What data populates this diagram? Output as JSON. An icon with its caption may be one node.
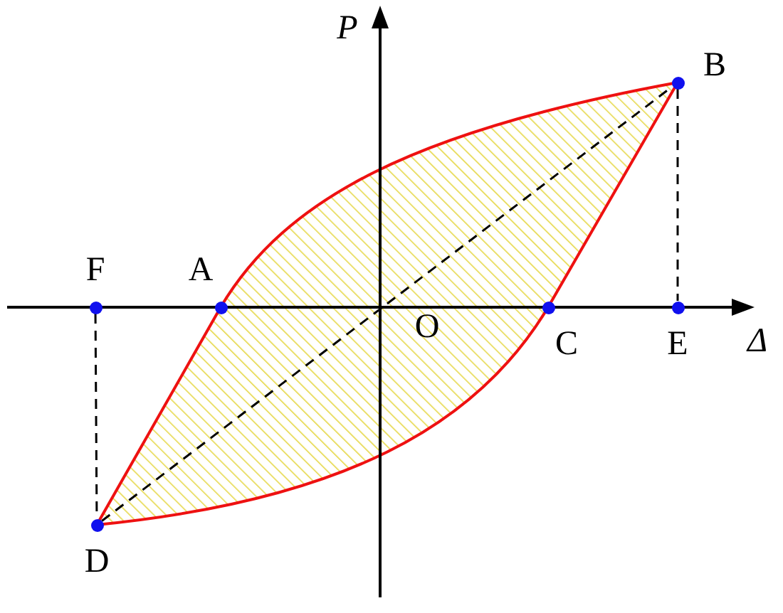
{
  "diagram": {
    "nodes": [
      {
        "text": [],
        "shape": "circle",
        "beside": [
          "B"
        ]
      },
      {
        "text": [],
        "shape": "circle",
        "beside": [
          "F"
        ]
      },
      {
        "text": [],
        "shape": "circle",
        "beside": [
          "A"
        ]
      },
      {
        "text": [],
        "shape": "circle",
        "beside": [
          "C"
        ]
      },
      {
        "text": [],
        "shape": "circle",
        "beside": [
          "E"
        ]
      },
      {
        "text": [],
        "shape": "circle",
        "beside": [
          "D"
        ]
      }
    ],
    "edges": [
      {
        "from": 0,
        "to": 4,
        "arrow": "none",
        "style": "dashed"
      },
      {
        "from": 1,
        "to": 5,
        "arrow": "none",
        "style": "dashed"
      },
      {
        "from": 5,
        "to": 0,
        "arrow": "none",
        "style": "dashed"
      }
    ],
    "labels": [
      "P",
      "O",
      "Δ"
    ]
  }
}
